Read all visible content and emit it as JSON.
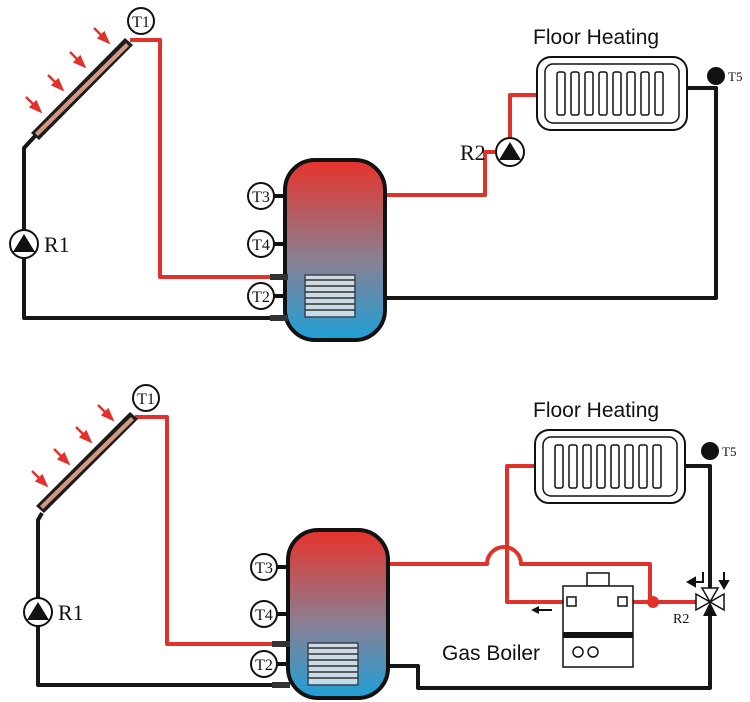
{
  "diagrams": [
    {
      "heater_label": "Floor Heating",
      "collector_sensor": "T1",
      "tank_sensors": [
        "T3",
        "T4",
        "T2"
      ],
      "pump_collector": "R1",
      "pump_heating": "R2",
      "heating_sensor": "T5"
    },
    {
      "heater_label": "Floor Heating",
      "collector_sensor": "T1",
      "tank_sensors": [
        "T3",
        "T4",
        "T2"
      ],
      "pump_collector": "R1",
      "valve_label": "R2",
      "heating_sensor": "T5",
      "boiler_label": "Gas Boiler"
    }
  ],
  "colors": {
    "hot_pipe": "#e0322b",
    "return_pipe": "#161616",
    "tank_top": "#e8322a",
    "tank_bottom": "#1fa0d8",
    "sun_arrows": "#e0322b"
  }
}
